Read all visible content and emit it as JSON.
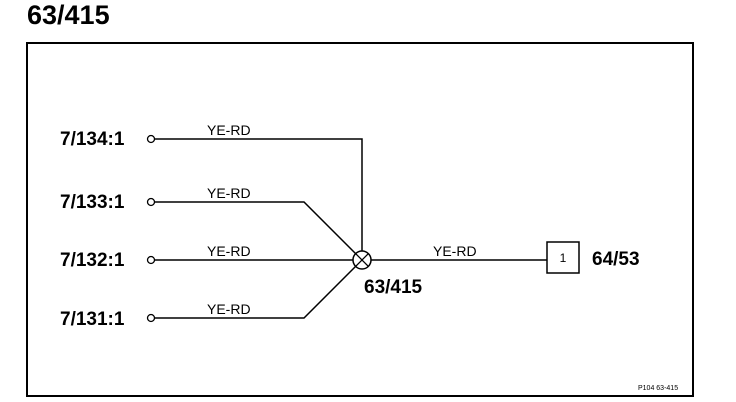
{
  "page_title": "63/415",
  "inputs": [
    {
      "terminal": "7/134:1",
      "wire_color": "YE-RD"
    },
    {
      "terminal": "7/133:1",
      "wire_color": "YE-RD"
    },
    {
      "terminal": "7/132:1",
      "wire_color": "YE-RD"
    },
    {
      "terminal": "7/131:1",
      "wire_color": "YE-RD"
    }
  ],
  "splice": {
    "label": "63/415"
  },
  "output": {
    "wire_color": "YE-RD",
    "connector_pin": "1",
    "connector_label": "64/53"
  },
  "reference": "P104 63-415",
  "colors": {
    "line": "#000000",
    "background": "#ffffff"
  }
}
